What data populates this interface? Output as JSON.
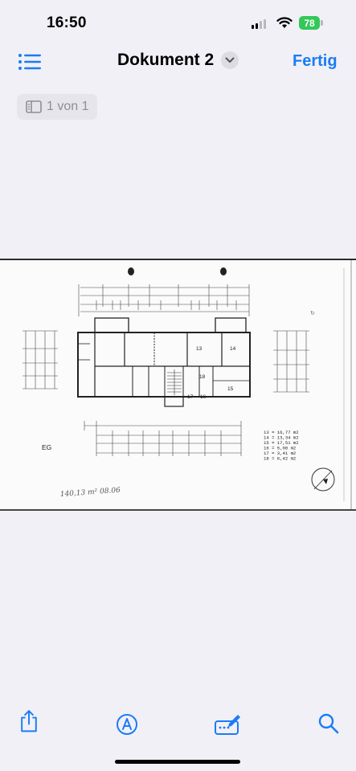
{
  "status_bar": {
    "time": "16:50",
    "battery": "78"
  },
  "nav": {
    "title": "Dokument 2",
    "done_label": "Fertig"
  },
  "page_indicator": {
    "label": "1 von 1"
  },
  "document": {
    "floor_label": "EG",
    "handwriting": "140,13 m²   08.06",
    "room_numbers": [
      "13",
      "14",
      "18",
      "17",
      "16",
      "15"
    ],
    "area_list": [
      "13 = 16,77 m2",
      "14 = 13,34 m2",
      "15 = 17,51 m2",
      "16 = 5,00 m2",
      "17 = 3,41 m2",
      "18 = 6,42 m2"
    ]
  },
  "toolbar": {
    "icons": [
      "share-icon",
      "markup-icon",
      "signature-icon",
      "search-icon"
    ]
  },
  "colors": {
    "accent": "#1a7cf5",
    "background": "#f1f0f6",
    "battery": "#34c759"
  }
}
